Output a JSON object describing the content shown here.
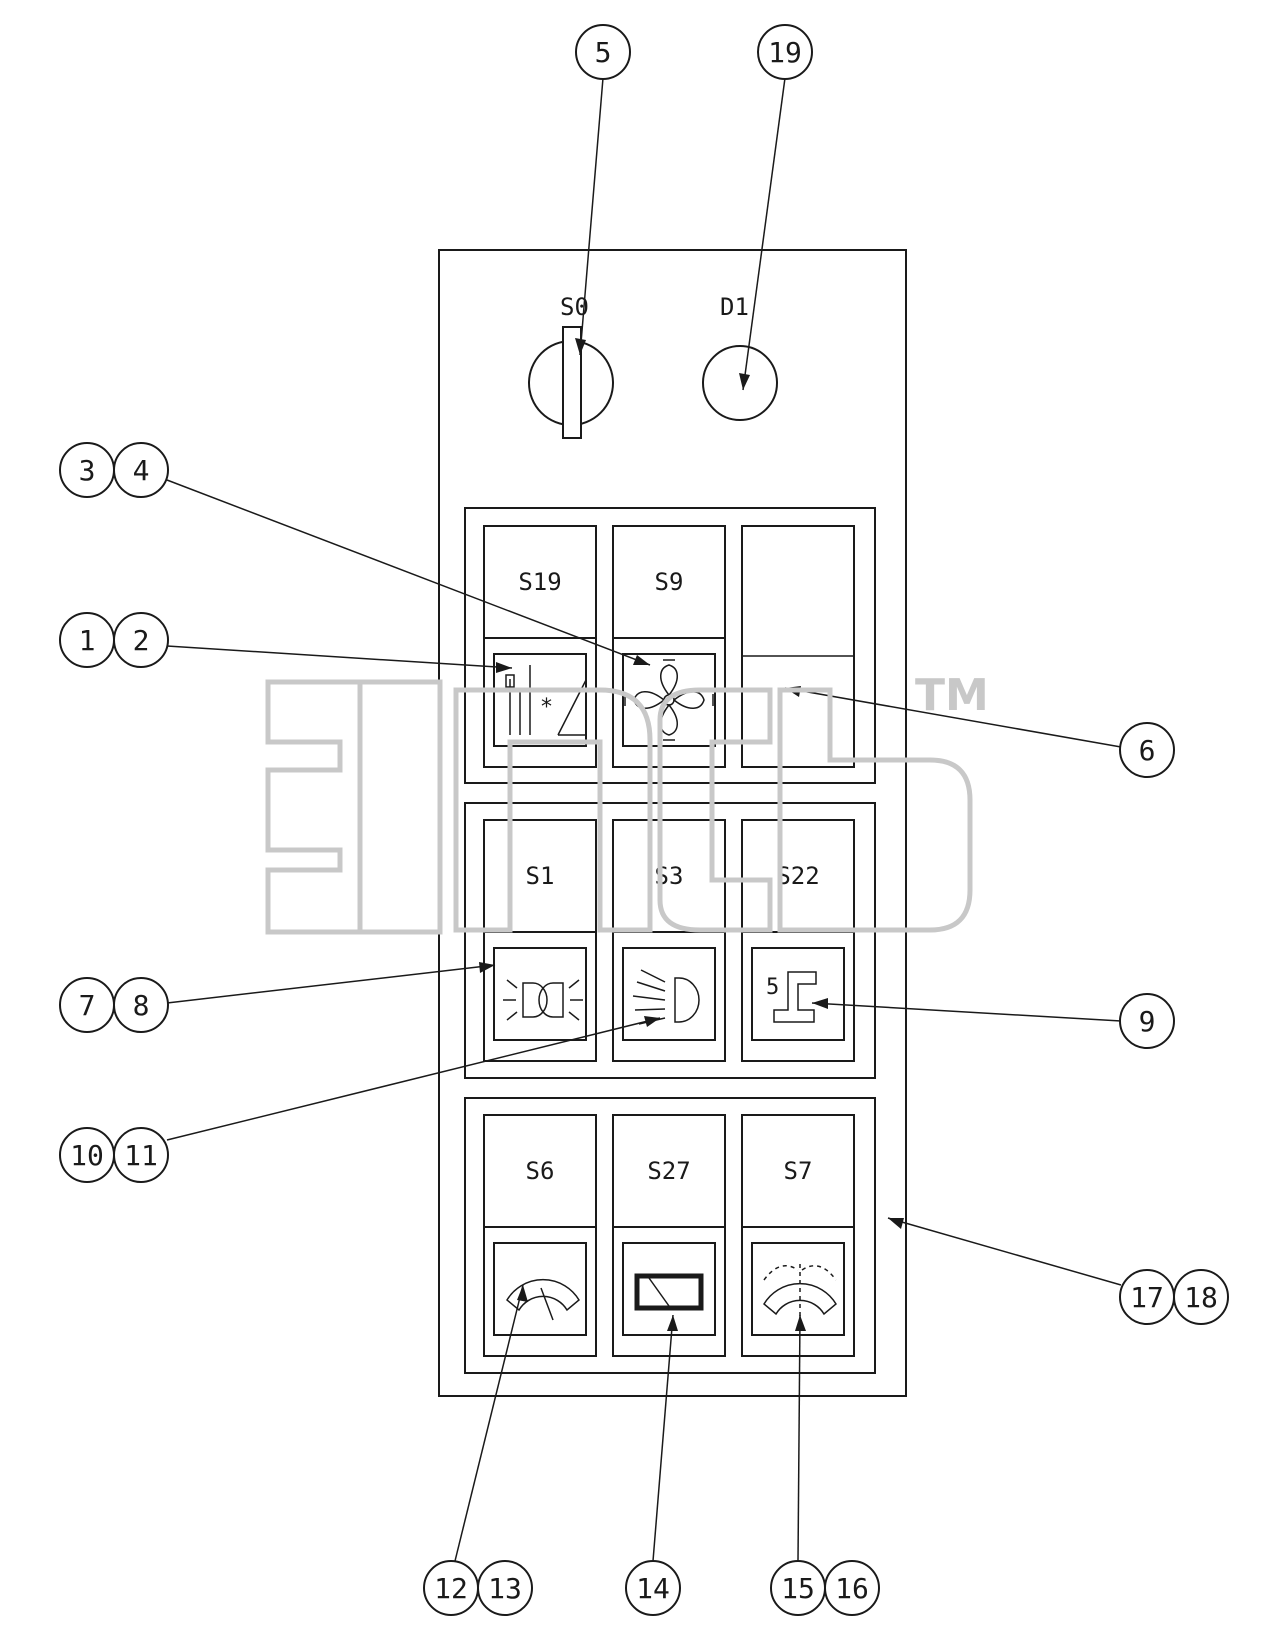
{
  "panel": {
    "top_labels": {
      "key_switch": "S0",
      "lamp": "D1"
    },
    "switches": [
      {
        "id": "S19",
        "icon": "compartment-light-icon"
      },
      {
        "id": "S9",
        "icon": "fan-icon"
      },
      {
        "id": "",
        "icon": "blank-cover"
      },
      {
        "id": "S1",
        "icon": "marker-lights-icon"
      },
      {
        "id": "S3",
        "icon": "headlight-icon"
      },
      {
        "id": "S22",
        "icon": "rail-icon",
        "icon_text": "5"
      },
      {
        "id": "S6",
        "icon": "gauge-icon"
      },
      {
        "id": "S27",
        "icon": "display-icon"
      },
      {
        "id": "S7",
        "icon": "wiper-icon"
      }
    ]
  },
  "callouts": {
    "c5": [
      "5"
    ],
    "c19": [
      "19"
    ],
    "c34": [
      "3",
      "4"
    ],
    "c12": [
      "1",
      "2"
    ],
    "c6": [
      "6"
    ],
    "c78": [
      "7",
      "8"
    ],
    "c9": [
      "9"
    ],
    "c1011": [
      "10",
      "11"
    ],
    "c1718": [
      "17",
      "18"
    ],
    "c1213": [
      "12",
      "13"
    ],
    "c14": [
      "14"
    ],
    "c1516": [
      "15",
      "16"
    ]
  },
  "watermark": {
    "text": "3DCAD",
    "tm": "TM"
  }
}
